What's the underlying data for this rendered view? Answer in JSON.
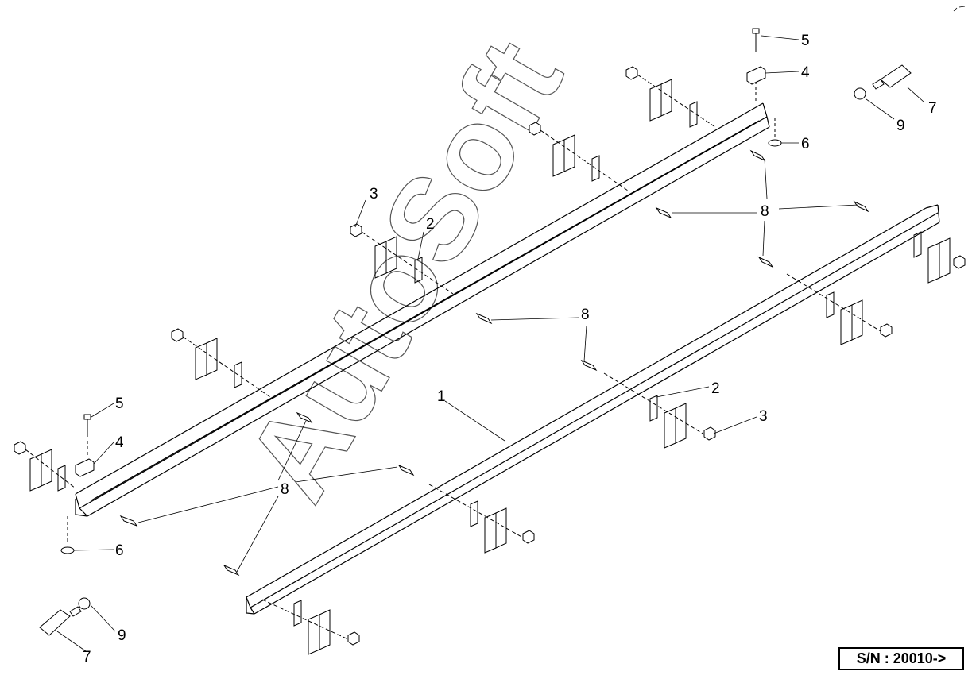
{
  "diagram": {
    "callouts": {
      "c1": "1",
      "c2a": "2",
      "c2b": "2",
      "c3a": "3",
      "c3b": "3",
      "c4a": "4",
      "c4b": "4",
      "c5a": "5",
      "c5b": "5",
      "c6a": "6",
      "c6b": "6",
      "c7a": "7",
      "c7b": "7",
      "c8a": "8",
      "c8b": "8",
      "c8c": "8",
      "c9a": "9",
      "c9b": "9"
    },
    "watermark": "AutoSoft",
    "serial": "S/N : 20010->"
  }
}
